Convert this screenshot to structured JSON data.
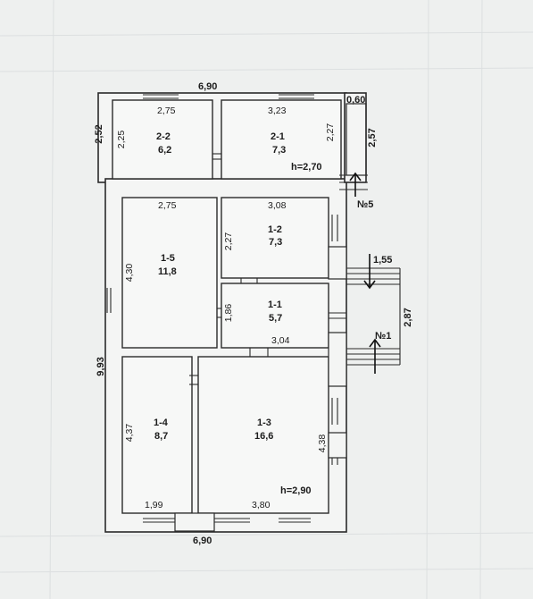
{
  "outer": {
    "top_width": "6,90",
    "bottom_width": "6,90",
    "left_upper_height": "2,52",
    "left_total_height": "9,93"
  },
  "stair_top": {
    "width": "0,60",
    "height": "2,57",
    "label": "№5"
  },
  "stair_side": {
    "width": "1,55",
    "height": "2,87",
    "label": "№1"
  },
  "heights": {
    "upper": "h=2,70",
    "lower": "h=2,90"
  },
  "rooms": {
    "r22": {
      "id": "2-2",
      "area": "6,2",
      "width": "2,75",
      "height": "2,25"
    },
    "r21": {
      "id": "2-1",
      "area": "7,3",
      "width": "3,23",
      "height": "2,27"
    },
    "r15": {
      "id": "1-5",
      "area": "11,8",
      "width": "2,75",
      "height": "4,30"
    },
    "r12": {
      "id": "1-2",
      "area": "7,3",
      "width": "3,08",
      "height": "2,27"
    },
    "r11": {
      "id": "1-1",
      "area": "5,7",
      "width": "3,04",
      "height": "1,86"
    },
    "r14": {
      "id": "1-4",
      "area": "8,7",
      "width": "1,99",
      "height": "4,37"
    },
    "r13": {
      "id": "1-3",
      "area": "16,6",
      "width": "3,80",
      "height": "4,38"
    }
  }
}
